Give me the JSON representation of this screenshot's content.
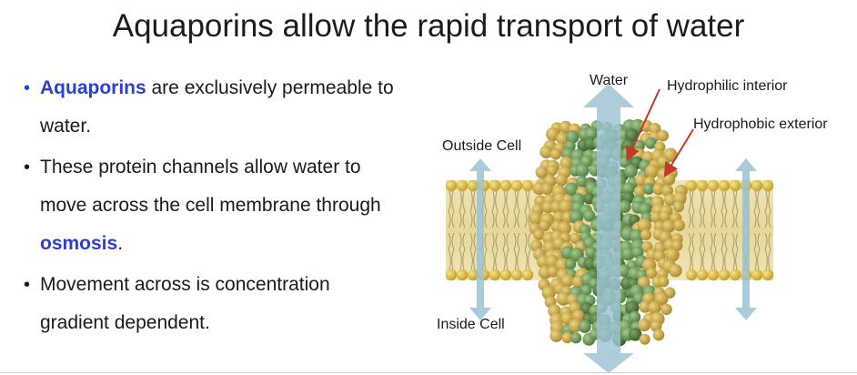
{
  "slide": {
    "title": "Aquaporins allow the rapid transport of water",
    "bullets": [
      {
        "parts": [
          {
            "text": "Aquaporins",
            "highlight": true
          },
          {
            "text": " are exclusively permeable to water."
          }
        ]
      },
      {
        "parts": [
          {
            "text": "These protein channels allow water to move across the cell membrane through "
          },
          {
            "text": "osmosis",
            "highlight": true
          },
          {
            "text": "."
          }
        ]
      },
      {
        "parts": [
          {
            "text": "Movement across is concentration gradient dependent."
          }
        ]
      }
    ]
  },
  "figure": {
    "labels": {
      "water": "Water",
      "hydrophilic": "Hydrophilic interior",
      "hydrophobic": "Hydrophobic exterior",
      "outside": "Outside Cell",
      "inside": "Inside Cell"
    }
  },
  "colors": {
    "highlight": "#2b3fd6",
    "lipid_head": "#d9b73d",
    "protein_gold": "#c9a948",
    "protein_green": "#6f9a5a",
    "arrow": "#8fb8c9",
    "pointer": "#c0392b"
  }
}
